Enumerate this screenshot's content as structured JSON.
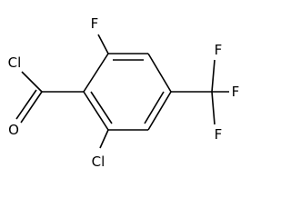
{
  "molecule": {
    "atoms": {
      "acyl_cl": "Cl",
      "carbonyl_o": "O",
      "ortho_f": "F",
      "ortho_cl": "Cl",
      "cf3_f1": "F",
      "cf3_f2": "F",
      "cf3_f3": "F"
    },
    "colors": {
      "bond": "#000000",
      "label": "#000000",
      "background": "#ffffff"
    }
  }
}
